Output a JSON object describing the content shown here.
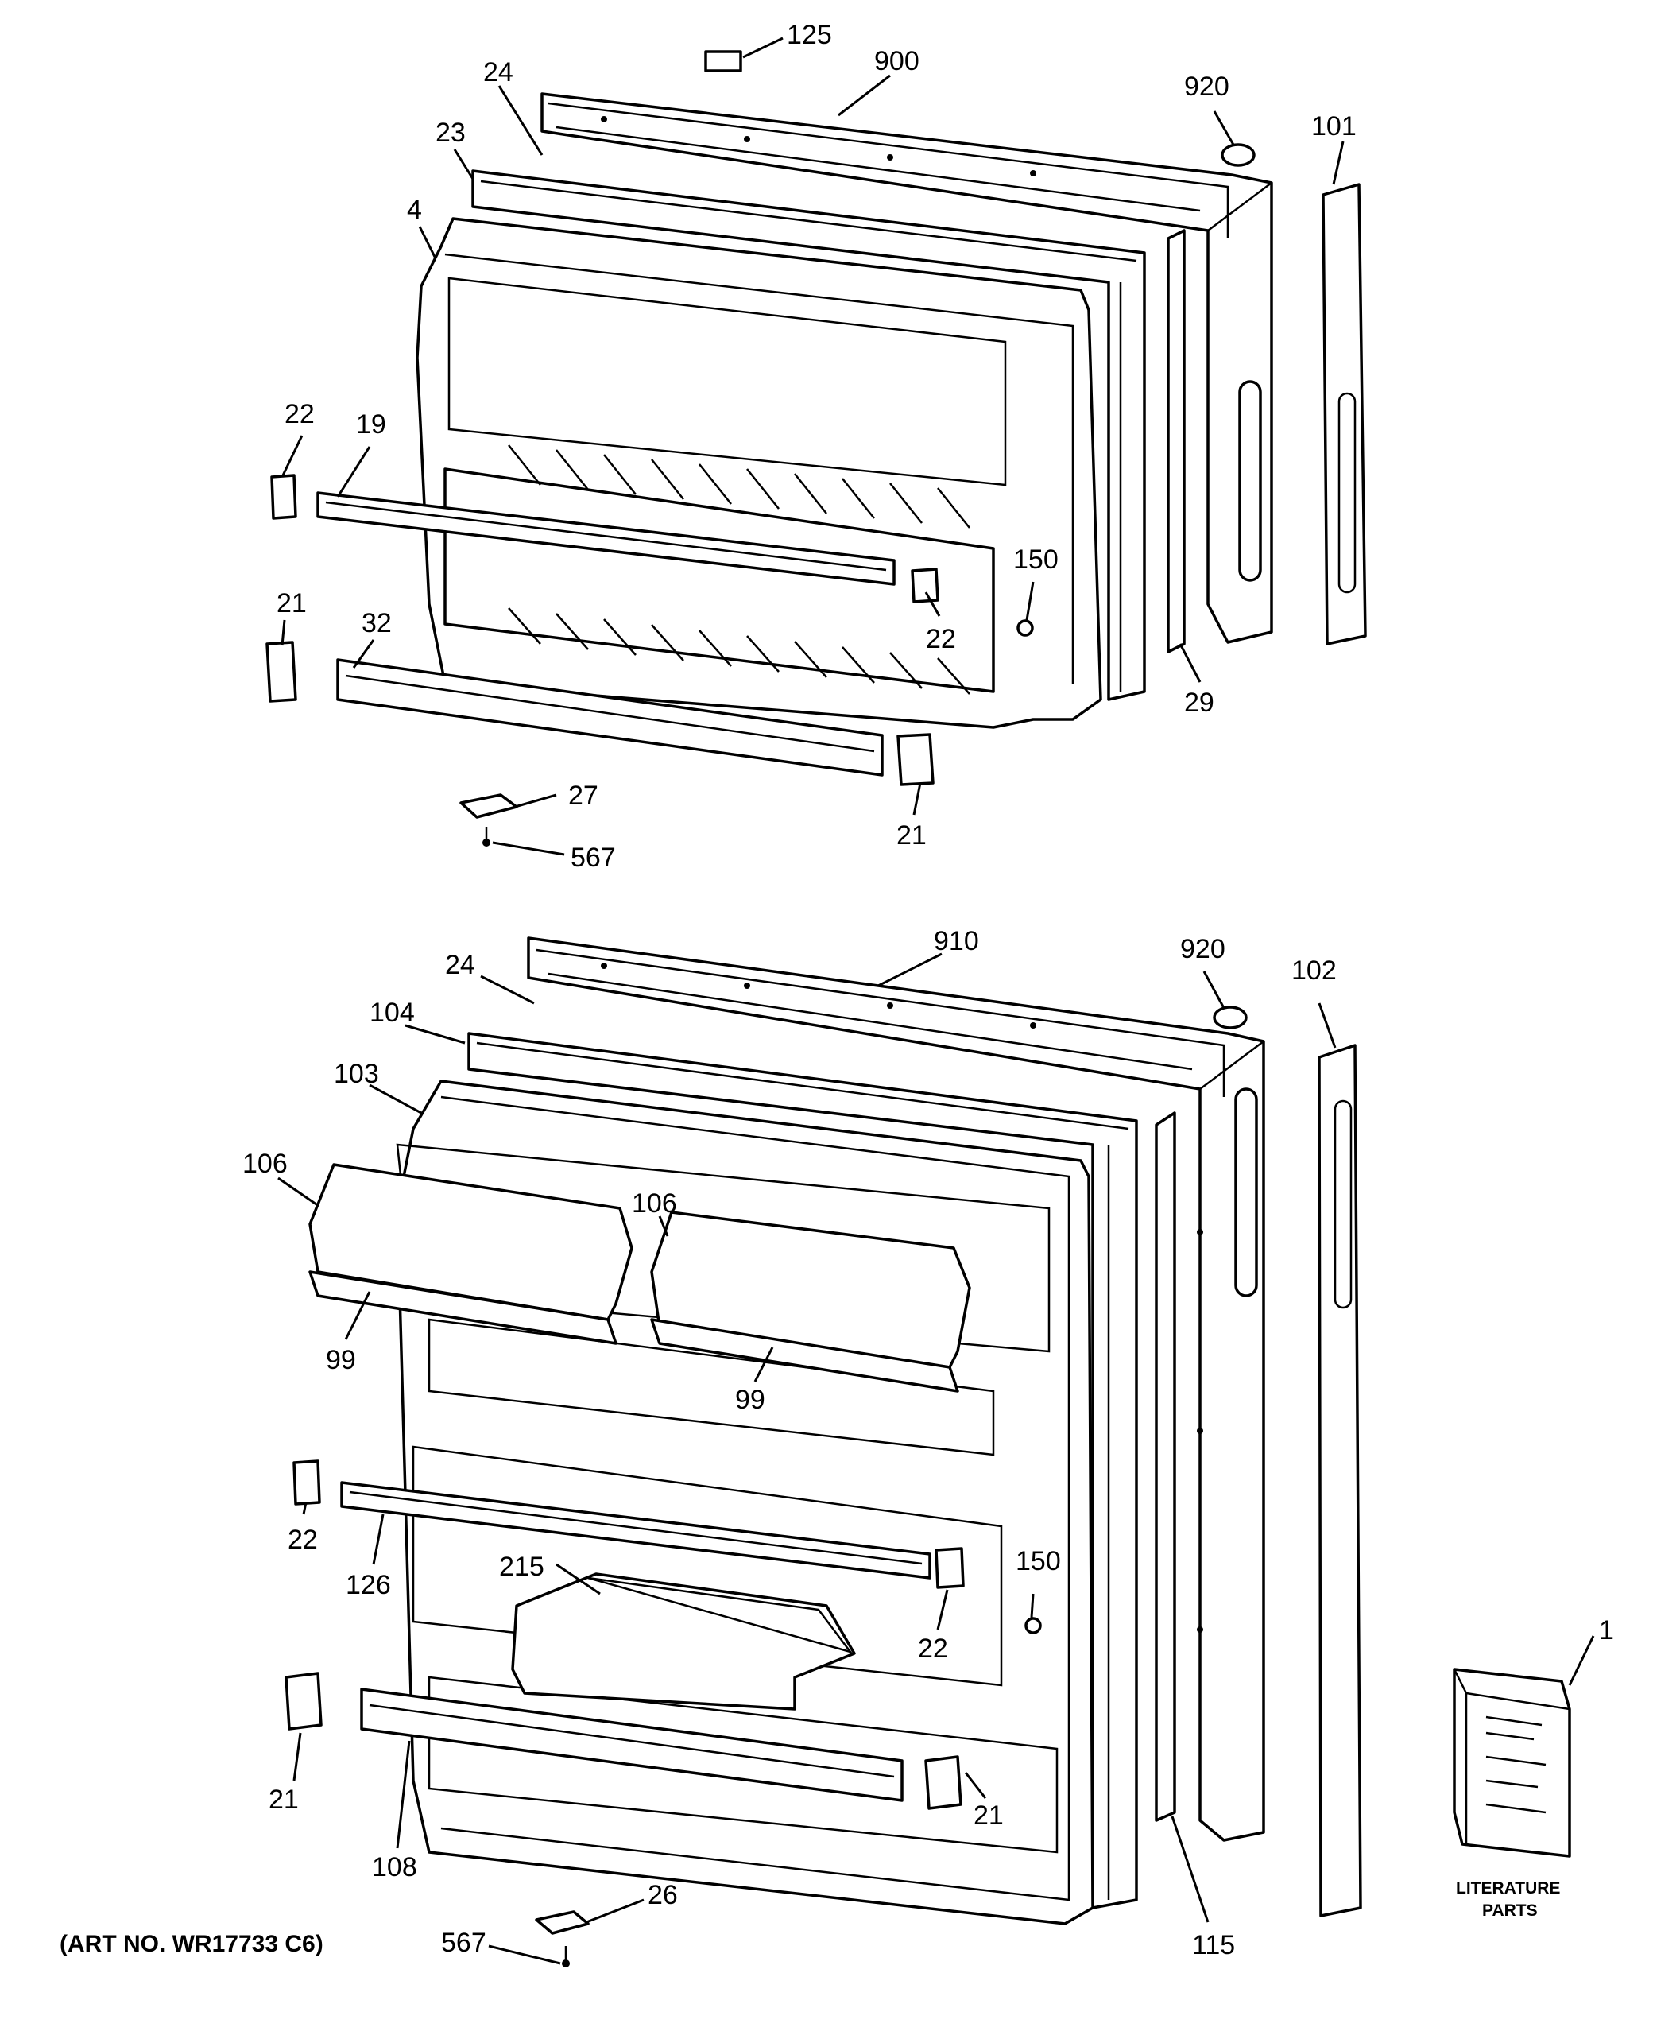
{
  "callouts": {
    "c125": "125",
    "c900": "900",
    "c24a": "24",
    "c920a": "920",
    "c101": "101",
    "c23": "23",
    "c4": "4",
    "c22a": "22",
    "c19": "19",
    "c150a": "150",
    "c22b": "22",
    "c21a": "21",
    "c32": "32",
    "c29": "29",
    "c27": "27",
    "c567a": "567",
    "c21b": "21",
    "c910": "910",
    "c920b": "920",
    "c102": "102",
    "c24b": "24",
    "c104": "104",
    "c103": "103",
    "c106a": "106",
    "c106b": "106",
    "c99a": "99",
    "c99b": "99",
    "c22c": "22",
    "c126": "126",
    "c215": "215",
    "c150b": "150",
    "c22d": "22",
    "c21c": "21",
    "c108": "108",
    "c21d": "21",
    "c1": "1",
    "c115": "115",
    "c26": "26",
    "c567b": "567"
  },
  "literature": {
    "line1": "LITERATURE",
    "line2": "PARTS"
  },
  "art_number": "(ART NO. WR17733 C6)"
}
